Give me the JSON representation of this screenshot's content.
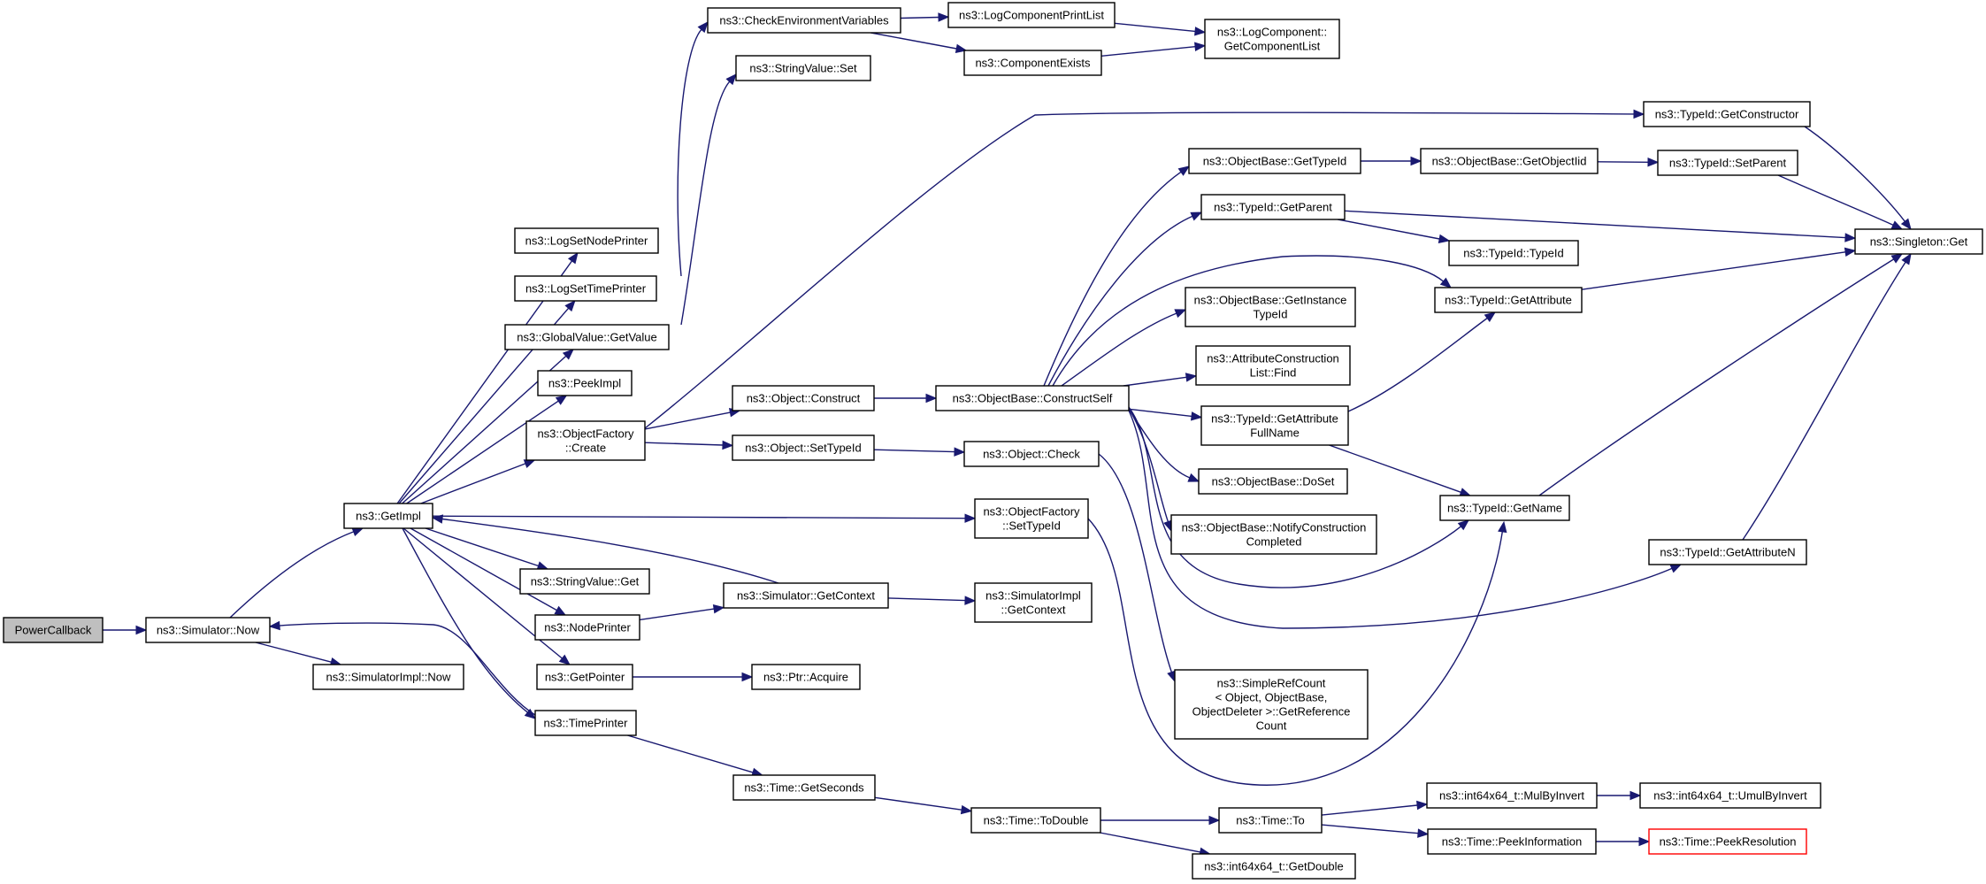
{
  "colors": {
    "edge": "#191970",
    "node_border": "#000000",
    "node_fill": "#ffffff",
    "root_fill": "#bfbfbf",
    "truncated_border": "#ff0000"
  },
  "nodes": [
    {
      "id": "powercallback",
      "lines": [
        "PowerCallback"
      ],
      "style": "root"
    },
    {
      "id": "sim-now",
      "lines": [
        "ns3::Simulator::Now"
      ]
    },
    {
      "id": "simimpl-now",
      "lines": [
        "ns3::SimulatorImpl::Now"
      ]
    },
    {
      "id": "getimpl",
      "lines": [
        "ns3::GetImpl"
      ]
    },
    {
      "id": "lognodeprinter",
      "lines": [
        "ns3::LogSetNodePrinter"
      ]
    },
    {
      "id": "logtimeprinter",
      "lines": [
        "ns3::LogSetTimePrinter"
      ]
    },
    {
      "id": "globalvalue-getvalue",
      "lines": [
        "ns3::GlobalValue::GetValue"
      ]
    },
    {
      "id": "peekimpl",
      "lines": [
        "ns3::PeekImpl"
      ]
    },
    {
      "id": "objectfactory-create",
      "lines": [
        "ns3::ObjectFactory",
        "::Create"
      ]
    },
    {
      "id": "stringvalue-get",
      "lines": [
        "ns3::StringValue::Get"
      ]
    },
    {
      "id": "nodeprinter",
      "lines": [
        "ns3::NodePrinter"
      ]
    },
    {
      "id": "getpointer",
      "lines": [
        "ns3::GetPointer"
      ]
    },
    {
      "id": "timeprinter",
      "lines": [
        "ns3::TimePrinter"
      ]
    },
    {
      "id": "checkenv",
      "lines": [
        "ns3::CheckEnvironmentVariables"
      ]
    },
    {
      "id": "stringvalue-set",
      "lines": [
        "ns3::StringValue::Set"
      ]
    },
    {
      "id": "logcomponentprintlist",
      "lines": [
        "ns3::LogComponentPrintList"
      ]
    },
    {
      "id": "componentexists",
      "lines": [
        "ns3::ComponentExists"
      ]
    },
    {
      "id": "getcomponentlist",
      "lines": [
        "ns3::LogComponent::",
        "GetComponentList"
      ]
    },
    {
      "id": "typeid-getconstructor",
      "lines": [
        "ns3::TypeId::GetConstructor"
      ]
    },
    {
      "id": "object-construct",
      "lines": [
        "ns3::Object::Construct"
      ]
    },
    {
      "id": "object-settypeid",
      "lines": [
        "ns3::Object::SetTypeId"
      ]
    },
    {
      "id": "object-check",
      "lines": [
        "ns3::Object::Check"
      ]
    },
    {
      "id": "constructself",
      "lines": [
        "ns3::ObjectBase::ConstructSelf"
      ]
    },
    {
      "id": "objectbase-gettypeid",
      "lines": [
        "ns3::ObjectBase::GetTypeId"
      ]
    },
    {
      "id": "getobjectiid",
      "lines": [
        "ns3::ObjectBase::GetObjectIid"
      ]
    },
    {
      "id": "typeid-setparent",
      "lines": [
        "ns3::TypeId::SetParent"
      ]
    },
    {
      "id": "singleton-get",
      "lines": [
        "ns3::Singleton::Get"
      ]
    },
    {
      "id": "typeid-getparent",
      "lines": [
        "ns3::TypeId::GetParent"
      ]
    },
    {
      "id": "typeid-typeid",
      "lines": [
        "ns3::TypeId::TypeId"
      ]
    },
    {
      "id": "getinstancetypeid",
      "lines": [
        "ns3::ObjectBase::GetInstance",
        "TypeId"
      ]
    },
    {
      "id": "typeid-getattribute",
      "lines": [
        "ns3::TypeId::GetAttribute"
      ]
    },
    {
      "id": "attrconstructionlist-find",
      "lines": [
        "ns3::AttributeConstruction",
        "List::Find"
      ]
    },
    {
      "id": "getattributefullname",
      "lines": [
        "ns3::TypeId::GetAttribute",
        "FullName"
      ]
    },
    {
      "id": "objectbase-doset",
      "lines": [
        "ns3::ObjectBase::DoSet"
      ]
    },
    {
      "id": "notifyconstructioncompleted",
      "lines": [
        "ns3::ObjectBase::NotifyConstruction",
        "Completed"
      ]
    },
    {
      "id": "typeid-getname",
      "lines": [
        "ns3::TypeId::GetName"
      ]
    },
    {
      "id": "typeid-getattributen",
      "lines": [
        "ns3::TypeId::GetAttributeN"
      ]
    },
    {
      "id": "objectfactory-settypeid",
      "lines": [
        "ns3::ObjectFactory",
        "::SetTypeId"
      ]
    },
    {
      "id": "simulator-getcontext",
      "lines": [
        "ns3::Simulator::GetContext"
      ]
    },
    {
      "id": "simimpl-getcontext",
      "lines": [
        "ns3::SimulatorImpl",
        "::GetContext"
      ]
    },
    {
      "id": "ptr-acquire",
      "lines": [
        "ns3::Ptr::Acquire"
      ]
    },
    {
      "id": "simplerefcount",
      "lines": [
        "ns3::SimpleRefCount",
        "< Object, ObjectBase,",
        "ObjectDeleter >::GetReference",
        "Count"
      ]
    },
    {
      "id": "time-getseconds",
      "lines": [
        "ns3::Time::GetSeconds"
      ]
    },
    {
      "id": "time-todouble",
      "lines": [
        "ns3::Time::ToDouble"
      ]
    },
    {
      "id": "time-to",
      "lines": [
        "ns3::Time::To"
      ]
    },
    {
      "id": "int64-getdouble",
      "lines": [
        "ns3::int64x64_t::GetDouble"
      ]
    },
    {
      "id": "int64-mulbyinvert",
      "lines": [
        "ns3::int64x64_t::MulByInvert"
      ]
    },
    {
      "id": "int64-umulbyinvert",
      "lines": [
        "ns3::int64x64_t::UmulByInvert"
      ]
    },
    {
      "id": "time-peekinformation",
      "lines": [
        "ns3::Time::PeekInformation"
      ]
    },
    {
      "id": "time-peekresolution",
      "lines": [
        "ns3::Time::PeekResolution"
      ],
      "style": "truncated"
    }
  ],
  "edges": [
    {
      "from": "powercallback",
      "to": "sim-now"
    },
    {
      "from": "sim-now",
      "to": "getimpl"
    },
    {
      "from": "sim-now",
      "to": "simimpl-now"
    },
    {
      "from": "getimpl",
      "to": "lognodeprinter"
    },
    {
      "from": "getimpl",
      "to": "logtimeprinter"
    },
    {
      "from": "getimpl",
      "to": "globalvalue-getvalue"
    },
    {
      "from": "getimpl",
      "to": "peekimpl"
    },
    {
      "from": "getimpl",
      "to": "objectfactory-create"
    },
    {
      "from": "getimpl",
      "to": "objectfactory-settypeid"
    },
    {
      "from": "getimpl",
      "to": "stringvalue-get"
    },
    {
      "from": "getimpl",
      "to": "nodeprinter"
    },
    {
      "from": "getimpl",
      "to": "getpointer"
    },
    {
      "from": "getimpl",
      "to": "timeprinter"
    },
    {
      "from": "logtimeprinter",
      "to": "checkenv"
    },
    {
      "from": "globalvalue-getvalue",
      "to": "stringvalue-set"
    },
    {
      "from": "checkenv",
      "to": "logcomponentprintlist"
    },
    {
      "from": "checkenv",
      "to": "componentexists"
    },
    {
      "from": "logcomponentprintlist",
      "to": "getcomponentlist"
    },
    {
      "from": "componentexists",
      "to": "getcomponentlist"
    },
    {
      "from": "objectfactory-create",
      "to": "typeid-getconstructor"
    },
    {
      "from": "objectfactory-create",
      "to": "object-construct"
    },
    {
      "from": "objectfactory-create",
      "to": "object-settypeid"
    },
    {
      "from": "object-construct",
      "to": "constructself"
    },
    {
      "from": "object-settypeid",
      "to": "object-check"
    },
    {
      "from": "object-check",
      "to": "simplerefcount"
    },
    {
      "from": "constructself",
      "to": "objectbase-gettypeid"
    },
    {
      "from": "constructself",
      "to": "typeid-getparent"
    },
    {
      "from": "constructself",
      "to": "typeid-getattribute"
    },
    {
      "from": "constructself",
      "to": "getinstancetypeid"
    },
    {
      "from": "constructself",
      "to": "attrconstructionlist-find"
    },
    {
      "from": "constructself",
      "to": "getattributefullname"
    },
    {
      "from": "constructself",
      "to": "objectbase-doset"
    },
    {
      "from": "constructself",
      "to": "notifyconstructioncompleted"
    },
    {
      "from": "constructself",
      "to": "typeid-getname"
    },
    {
      "from": "constructself",
      "to": "typeid-getattributen"
    },
    {
      "from": "objectbase-gettypeid",
      "to": "getobjectiid"
    },
    {
      "from": "getobjectiid",
      "to": "typeid-setparent"
    },
    {
      "from": "typeid-setparent",
      "to": "singleton-get"
    },
    {
      "from": "typeid-getconstructor",
      "to": "singleton-get"
    },
    {
      "from": "typeid-getparent",
      "to": "singleton-get"
    },
    {
      "from": "typeid-getparent",
      "to": "typeid-typeid"
    },
    {
      "from": "typeid-getattribute",
      "to": "singleton-get"
    },
    {
      "from": "getattributefullname",
      "to": "typeid-getattribute"
    },
    {
      "from": "getattributefullname",
      "to": "typeid-getname"
    },
    {
      "from": "typeid-getname",
      "to": "singleton-get"
    },
    {
      "from": "typeid-getattributen",
      "to": "singleton-get"
    },
    {
      "from": "objectfactory-settypeid",
      "to": "typeid-getname"
    },
    {
      "from": "simulator-getcontext",
      "to": "getimpl"
    },
    {
      "from": "simulator-getcontext",
      "to": "simimpl-getcontext"
    },
    {
      "from": "nodeprinter",
      "to": "simulator-getcontext"
    },
    {
      "from": "getpointer",
      "to": "ptr-acquire"
    },
    {
      "from": "timeprinter",
      "to": "sim-now"
    },
    {
      "from": "timeprinter",
      "to": "time-getseconds"
    },
    {
      "from": "time-getseconds",
      "to": "time-todouble"
    },
    {
      "from": "time-todouble",
      "to": "time-to"
    },
    {
      "from": "time-todouble",
      "to": "int64-getdouble"
    },
    {
      "from": "time-to",
      "to": "int64-mulbyinvert"
    },
    {
      "from": "time-to",
      "to": "time-peekinformation"
    },
    {
      "from": "int64-mulbyinvert",
      "to": "int64-umulbyinvert"
    },
    {
      "from": "time-peekinformation",
      "to": "time-peekresolution"
    }
  ]
}
